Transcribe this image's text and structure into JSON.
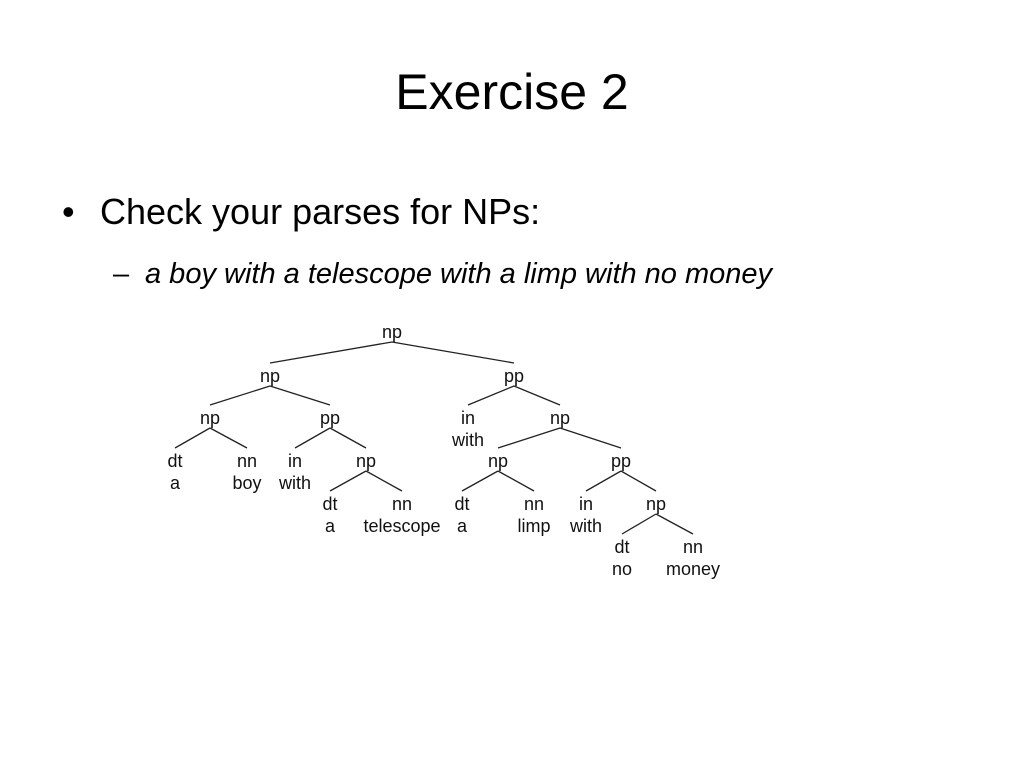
{
  "title": "Exercise 2",
  "bullet": {
    "marker": "•",
    "text": "Check your parses for NPs:"
  },
  "sub_bullet": {
    "marker": "–",
    "text": "a boy with a telescope with a limp with no money"
  },
  "tree": {
    "nodes": [
      {
        "id": "n0",
        "label": "np"
      },
      {
        "id": "n1",
        "label": "np"
      },
      {
        "id": "n2",
        "label": "pp"
      },
      {
        "id": "n3",
        "label": "np"
      },
      {
        "id": "n4",
        "label": "pp"
      },
      {
        "id": "n5",
        "label": "dt",
        "word": "a"
      },
      {
        "id": "n6",
        "label": "nn",
        "word": "boy"
      },
      {
        "id": "n7",
        "label": "in",
        "word": "with"
      },
      {
        "id": "n8",
        "label": "np"
      },
      {
        "id": "n9",
        "label": "dt",
        "word": "a"
      },
      {
        "id": "n10",
        "label": "nn",
        "word": "telescope"
      },
      {
        "id": "n11",
        "label": "in",
        "word": "with"
      },
      {
        "id": "n12",
        "label": "np"
      },
      {
        "id": "n13",
        "label": "np"
      },
      {
        "id": "n14",
        "label": "pp"
      },
      {
        "id": "n15",
        "label": "dt",
        "word": "a"
      },
      {
        "id": "n16",
        "label": "nn",
        "word": "limp"
      },
      {
        "id": "n17",
        "label": "in",
        "word": "with"
      },
      {
        "id": "n18",
        "label": "np"
      },
      {
        "id": "n19",
        "label": "dt",
        "word": "no"
      },
      {
        "id": "n20",
        "label": "nn",
        "word": "money"
      }
    ],
    "edges": [
      [
        "n0",
        "n1"
      ],
      [
        "n0",
        "n2"
      ],
      [
        "n1",
        "n3"
      ],
      [
        "n1",
        "n4"
      ],
      [
        "n3",
        "n5"
      ],
      [
        "n3",
        "n6"
      ],
      [
        "n4",
        "n7"
      ],
      [
        "n4",
        "n8"
      ],
      [
        "n8",
        "n9"
      ],
      [
        "n8",
        "n10"
      ],
      [
        "n2",
        "n11"
      ],
      [
        "n2",
        "n12"
      ],
      [
        "n12",
        "n13"
      ],
      [
        "n12",
        "n14"
      ],
      [
        "n13",
        "n15"
      ],
      [
        "n13",
        "n16"
      ],
      [
        "n14",
        "n17"
      ],
      [
        "n14",
        "n18"
      ],
      [
        "n18",
        "n19"
      ],
      [
        "n18",
        "n20"
      ]
    ]
  }
}
